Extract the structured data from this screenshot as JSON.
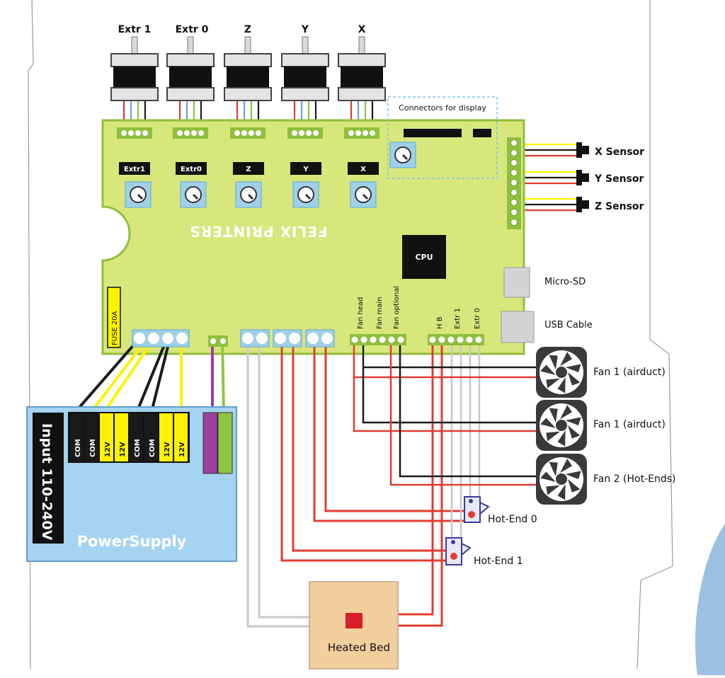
{
  "motors": [
    "Extr 1",
    "Extr 0",
    "Z",
    "Y",
    "X"
  ],
  "driver_labels": [
    "Extr1",
    "Extr0",
    "Z",
    "Y",
    "X"
  ],
  "display_label": "Connectors for display",
  "logo_text": "FELIX PRINTERS",
  "cpu_label": "CPU",
  "fuse_label": "FUSE 20A",
  "fan_header_labels": [
    "Fan head",
    "Fan main",
    "Fan optional"
  ],
  "heater_header_labels": [
    "H B",
    "Extr 1",
    "Extr 0"
  ],
  "sensors": [
    "X Sensor",
    "Y Sensor",
    "Z Sensor"
  ],
  "microsd_label": "Micro-SD",
  "usb_label": "USB Cable",
  "fans": [
    "Fan 1 (airduct)",
    "Fan 1 (airduct)",
    "Fan 2 (Hot-Ends)"
  ],
  "hotends": [
    "Hot-End 0",
    "Hot-End 1"
  ],
  "bed_label": "Heated Bed",
  "psu": {
    "input_label": "Input 110-240V",
    "name": "PowerSupply",
    "terminals": [
      "COM",
      "COM",
      "12V",
      "12V",
      "COM",
      "COM",
      "12V",
      "12V"
    ]
  },
  "colors": {
    "board": "#d7e77c",
    "board_edge": "#8fbf3c",
    "terminal": "#9fd0ea",
    "psu": "#a6d3ef",
    "red": "#e03c31",
    "yellow": "#fff200",
    "black": "#1a1a1a",
    "blue": "#6f9fd8",
    "green": "#8dc63f",
    "gray": "#c8c8c8",
    "purple": "#9b3fa0",
    "bed": "#f3cf9e"
  }
}
